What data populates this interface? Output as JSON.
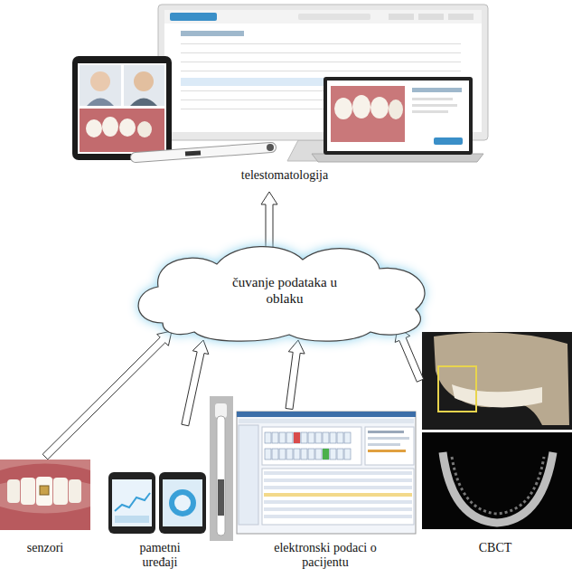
{
  "diagram": {
    "nodes": [
      {
        "text": [
          "telestomatologija"
        ]
      },
      {
        "text": [
          "čuvanje podataka u oblaku"
        ]
      },
      {
        "text": [
          "senzori"
        ]
      },
      {
        "text": [
          "pametni uređaji"
        ]
      },
      {
        "text": [
          "elektronski podaci o pacijentu"
        ]
      },
      {
        "text": [
          "CBCT"
        ]
      }
    ],
    "edges": [
      {
        "from": 2,
        "to": 1,
        "arrow": "to"
      },
      {
        "from": 3,
        "to": 1,
        "arrow": "to"
      },
      {
        "from": 4,
        "to": 1,
        "arrow": "to"
      },
      {
        "from": 5,
        "to": 1,
        "arrow": "to"
      },
      {
        "from": 1,
        "to": 0,
        "arrow": "to"
      }
    ]
  }
}
